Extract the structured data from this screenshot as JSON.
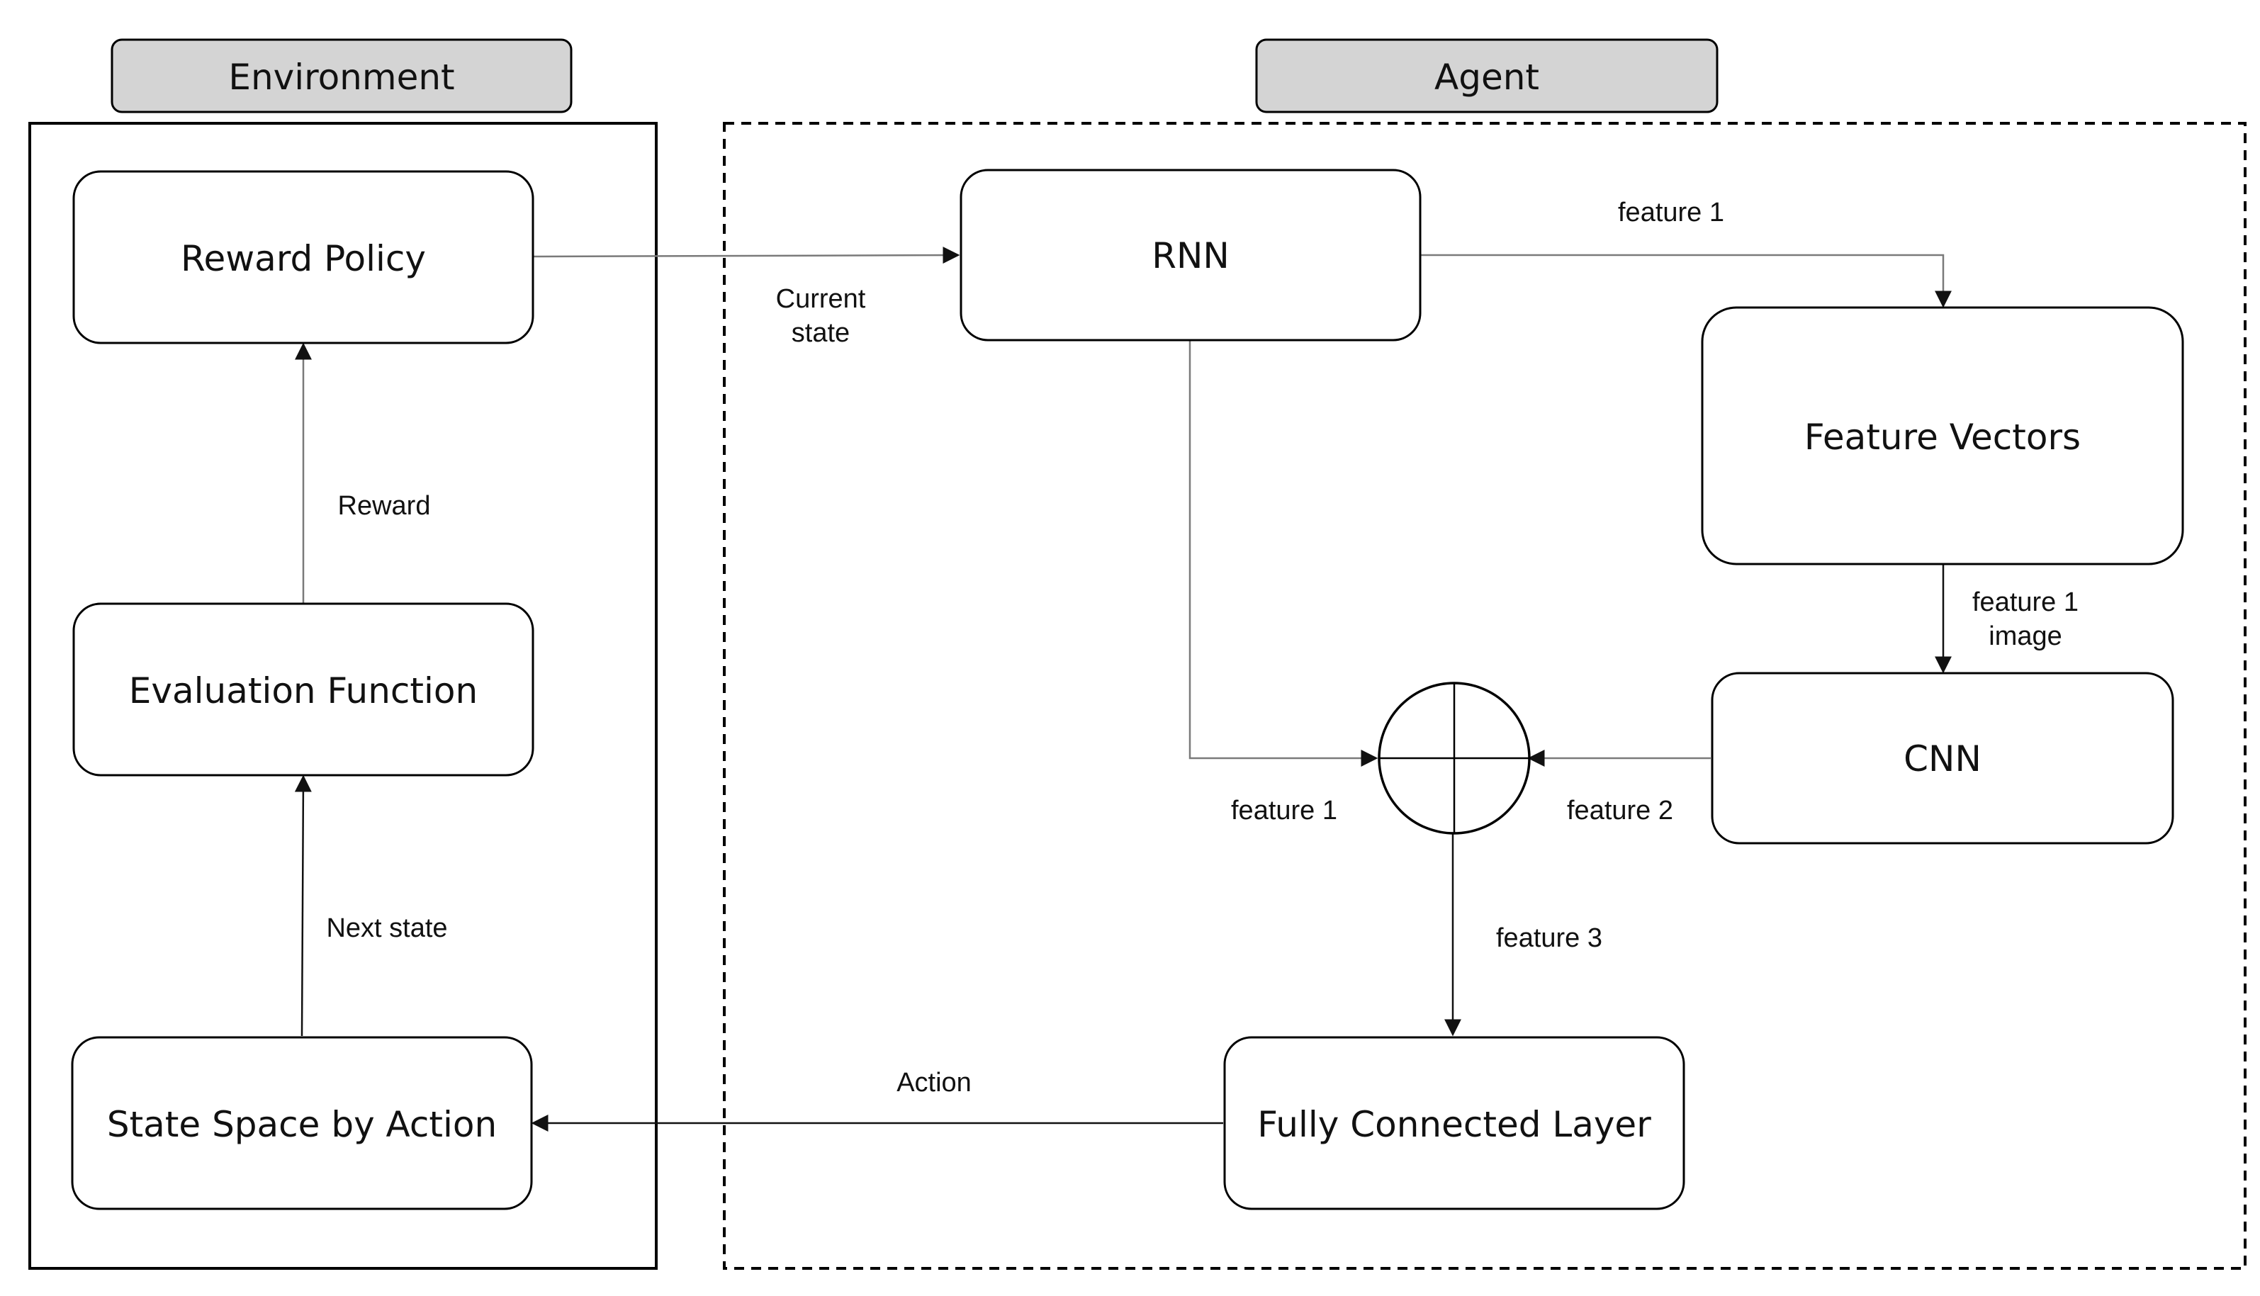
{
  "groups": {
    "environment": {
      "label": "Environment"
    },
    "agent": {
      "label": "Agent"
    }
  },
  "nodes": {
    "reward_policy": {
      "label": "Reward Policy"
    },
    "evaluation_function": {
      "label": "Evaluation Function"
    },
    "state_space": {
      "label": "State Space by Action"
    },
    "rnn": {
      "label": "RNN"
    },
    "feature_vectors": {
      "label": "Feature Vectors"
    },
    "cnn": {
      "label": "CNN"
    },
    "fully_connected": {
      "label": "Fully Connected Layer"
    },
    "combiner": {
      "symbol": "⊕"
    }
  },
  "edges": {
    "current_state": {
      "lines": [
        "Current",
        "state"
      ]
    },
    "reward": {
      "label": "Reward"
    },
    "next_state": {
      "label": "Next state"
    },
    "rnn_to_fv": {
      "label": "feature 1"
    },
    "fv_to_cnn": {
      "lines": [
        "feature 1",
        "image"
      ]
    },
    "rnn_to_comb": {
      "label": "feature 1"
    },
    "cnn_to_comb": {
      "label": "feature 2"
    },
    "comb_to_fc": {
      "label": "feature 3"
    },
    "action": {
      "label": "Action"
    }
  }
}
